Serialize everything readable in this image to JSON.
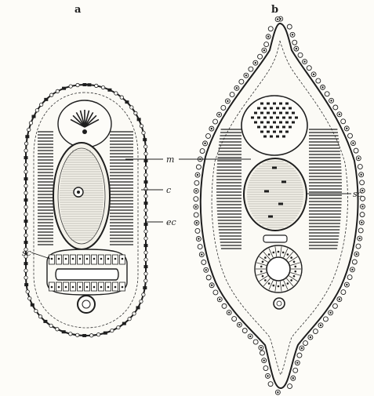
{
  "panels": {
    "a": "a",
    "b": "b"
  },
  "labels": {
    "m": "m",
    "c": "c",
    "ec": "ec",
    "sc_left": "sc",
    "sc_right": "sc"
  },
  "colors": {
    "ink": "#1e1e1e",
    "paper": "#fdfcf8",
    "shade": "#555555"
  }
}
